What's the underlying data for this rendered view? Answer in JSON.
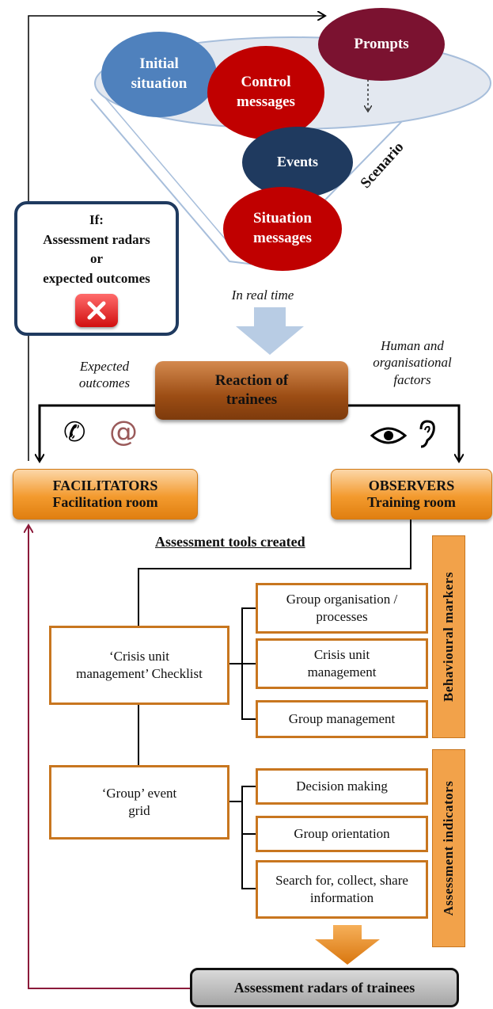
{
  "scenario": {
    "initial_situation": "Initial situation",
    "control_messages": "Control messages",
    "prompts": "Prompts",
    "events": "Events",
    "situation_messages": "Situation messages",
    "scenario_label": "Scenario",
    "in_real_time": "In real time"
  },
  "if_box": {
    "line1": "If:",
    "line2": "Assessment radars",
    "line3": "or",
    "line4": "expected outcomes",
    "icon": "red-x-icon"
  },
  "reaction": {
    "label_line1": "Reaction of",
    "label_line2": "trainees",
    "expected_outcomes": "Expected outcomes",
    "human_factors": "Human and organisational factors"
  },
  "facilitators": {
    "title": "FACILITATORS",
    "room": "Facilitation room"
  },
  "observers": {
    "title": "OBSERVERS",
    "room": "Training room"
  },
  "tools_title": "Assessment tools created",
  "checklist": "‘Crisis unit management’ Checklist",
  "event_grid": "‘Group’ event grid",
  "behavioural_markers": {
    "label": "Behavioural markers",
    "items": [
      "Group organisation / processes",
      "Crisis unit management",
      "Group management"
    ]
  },
  "assessment_indicators": {
    "label": "Assessment indicators",
    "items": [
      "Decision making",
      "Group orientation",
      "Search for, collect, share information"
    ]
  },
  "radars": "Assessment radars of trainees",
  "icons": {
    "phone": "phone-icon",
    "email": "at-sign-icon",
    "eye": "eye-icon",
    "ear": "ear-icon"
  },
  "colors": {
    "blue": "#4f81bd",
    "red": "#c00000",
    "maroon": "#7b1230",
    "navy": "#1f3a5f",
    "orange": "#f39a2e",
    "brown": "#a0521d",
    "arrow_blue": "#b8cce4"
  }
}
